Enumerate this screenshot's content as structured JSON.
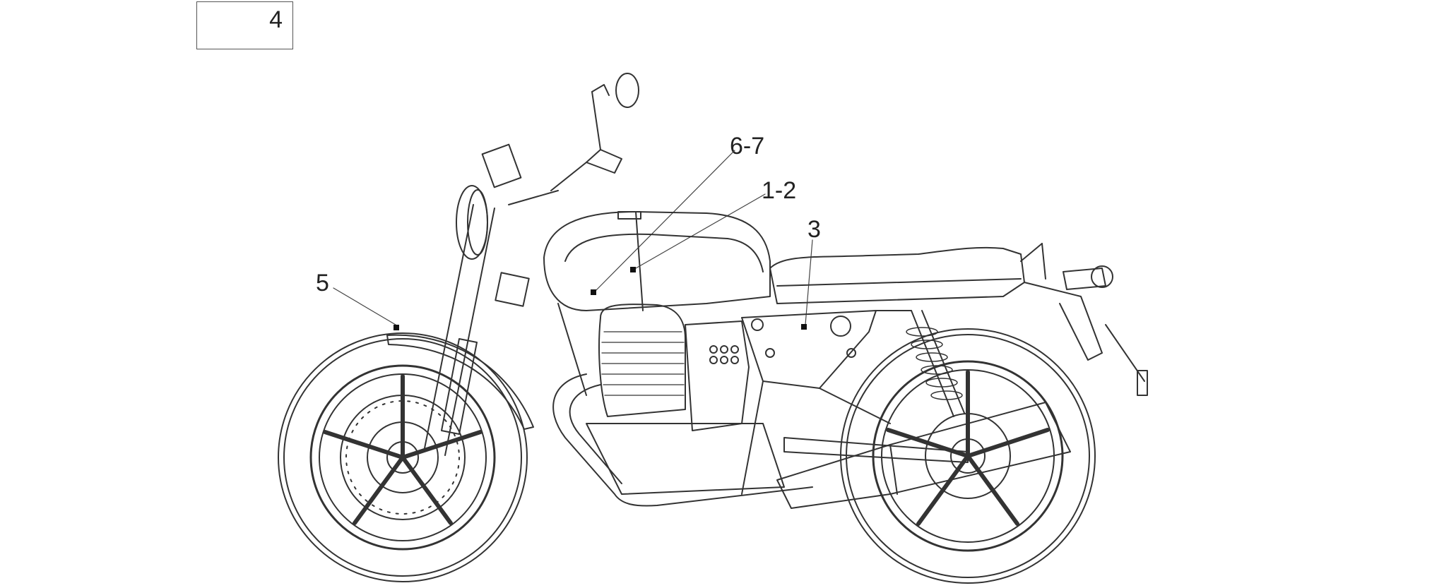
{
  "diagram": {
    "title_box": {
      "number": "4"
    },
    "callouts": [
      {
        "id": "callout-6-7",
        "text": "6-7"
      },
      {
        "id": "callout-1-2",
        "text": "1-2"
      },
      {
        "id": "callout-3",
        "text": "3"
      },
      {
        "id": "callout-5",
        "text": "5"
      }
    ],
    "colors": {
      "line": "#333333",
      "background": "#ffffff"
    }
  }
}
